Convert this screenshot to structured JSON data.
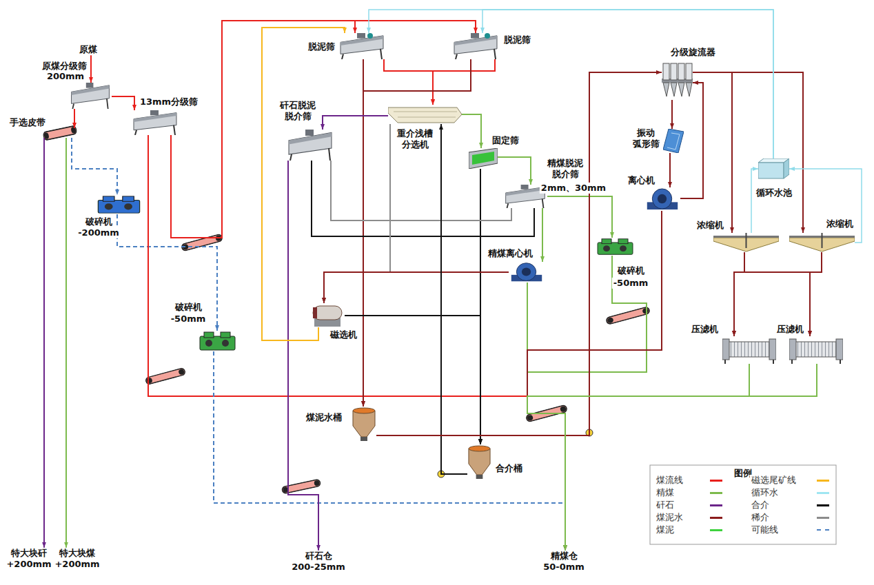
{
  "diagram": {
    "nodes": [
      {
        "text": [
          "原煤"
        ]
      },
      {
        "text": [
          "原煤分级筛",
          "200mm"
        ]
      },
      {
        "text": [
          "手选皮带"
        ]
      },
      {
        "text": [
          "13mm分级筛"
        ]
      },
      {
        "text": [
          "破碎机",
          "-200mm"
        ]
      },
      {
        "text": [
          "破碎机",
          "-50mm"
        ]
      },
      {
        "text": [
          "脱泥筛"
        ]
      },
      {
        "text": [
          "脱泥筛"
        ]
      },
      {
        "text": [
          "重介浅槽 分选机"
        ]
      },
      {
        "text": [
          "固定筛"
        ]
      },
      {
        "text": [
          "矸石脱泥 脱介筛"
        ]
      },
      {
        "text": [
          "精煤脱泥 脱介筛",
          "2mm、30mm"
        ]
      },
      {
        "text": [
          "精煤离心机"
        ]
      },
      {
        "text": [
          "破碎机",
          "-50mm"
        ]
      },
      {
        "text": [
          "磁选机"
        ]
      },
      {
        "text": [
          "分级旋流器"
        ]
      },
      {
        "text": [
          "振动 弧形筛"
        ]
      },
      {
        "text": [
          "离心机"
        ]
      },
      {
        "text": [
          "循环水池"
        ]
      },
      {
        "text": [
          "浓缩机"
        ]
      },
      {
        "text": [
          "浓缩机"
        ]
      },
      {
        "text": [
          "压滤机"
        ]
      },
      {
        "text": [
          "压滤机"
        ]
      },
      {
        "text": [
          "煤泥水桶"
        ]
      },
      {
        "text": [
          "合介桶"
        ]
      },
      {
        "text": [
          "特大块矸",
          "+200mm"
        ]
      },
      {
        "text": [
          "特大块煤",
          "+200mm"
        ]
      },
      {
        "text": [
          "矸石仓",
          "200-25mm"
        ]
      },
      {
        "text": [
          "精煤仓",
          "50-0mm"
        ]
      }
    ],
    "edges": [
      {
        "from": 0,
        "to": 1,
        "arrow": "to"
      },
      {
        "from": 1,
        "to": 2,
        "arrow": "to"
      },
      {
        "from": 1,
        "to": 3,
        "arrow": "to"
      },
      {
        "from": 2,
        "to": 25,
        "arrow": "to"
      },
      {
        "from": 2,
        "to": 26,
        "arrow": "to"
      },
      {
        "from": 2,
        "to": 4,
        "arrow": "to"
      },
      {
        "from": 4,
        "to": 5,
        "arrow": "to"
      },
      {
        "from": 3,
        "to": 6,
        "arrow": "to"
      },
      {
        "from": 3,
        "to": 7,
        "arrow": "to"
      },
      {
        "from": 3,
        "to": 28,
        "arrow": "to"
      },
      {
        "from": 5,
        "to": 28,
        "arrow": "to"
      },
      {
        "from": 6,
        "to": 8,
        "arrow": "to"
      },
      {
        "from": 7,
        "to": 8,
        "arrow": "to"
      },
      {
        "from": 6,
        "to": 23,
        "arrow": "to"
      },
      {
        "from": 7,
        "to": 23,
        "arrow": "to"
      },
      {
        "from": 8,
        "to": 9,
        "arrow": "to"
      },
      {
        "from": 8,
        "to": 10,
        "arrow": "to"
      },
      {
        "from": 9,
        "to": 11,
        "arrow": "to"
      },
      {
        "from": 9,
        "to": 24,
        "arrow": "to"
      },
      {
        "from": 10,
        "to": 27,
        "arrow": "to"
      },
      {
        "from": 10,
        "to": 24,
        "arrow": "to"
      },
      {
        "from": 10,
        "to": 14,
        "arrow": "to"
      },
      {
        "from": 11,
        "to": 24,
        "arrow": "to"
      },
      {
        "from": 11,
        "to": 14,
        "arrow": "to"
      },
      {
        "from": 8,
        "to": 14,
        "arrow": "to"
      },
      {
        "from": 11,
        "to": 12,
        "arrow": "to"
      },
      {
        "from": 11,
        "to": 13,
        "arrow": "to"
      },
      {
        "from": 12,
        "to": 28,
        "arrow": "to"
      },
      {
        "from": 12,
        "to": 14,
        "arrow": "to"
      },
      {
        "from": 13,
        "to": 28,
        "arrow": "to"
      },
      {
        "from": 14,
        "to": 24,
        "arrow": "to"
      },
      {
        "from": 14,
        "to": 6,
        "arrow": "to"
      },
      {
        "from": 24,
        "to": 8,
        "arrow": "to"
      },
      {
        "from": 23,
        "to": 15,
        "arrow": "to"
      },
      {
        "from": 15,
        "to": 16,
        "arrow": "to"
      },
      {
        "from": 16,
        "to": 17,
        "arrow": "to"
      },
      {
        "from": 17,
        "to": 28,
        "arrow": "to"
      },
      {
        "from": 17,
        "to": 15,
        "arrow": "to"
      },
      {
        "from": 15,
        "to": 19,
        "arrow": "to"
      },
      {
        "from": 15,
        "to": 20,
        "arrow": "to"
      },
      {
        "from": 19,
        "to": 21,
        "arrow": "to"
      },
      {
        "from": 19,
        "to": 22,
        "arrow": "to"
      },
      {
        "from": 20,
        "to": 21,
        "arrow": "to"
      },
      {
        "from": 20,
        "to": 22,
        "arrow": "to"
      },
      {
        "from": 21,
        "to": 28,
        "arrow": "to"
      },
      {
        "from": 22,
        "to": 28,
        "arrow": "to"
      },
      {
        "from": 18,
        "to": 6,
        "arrow": "to"
      },
      {
        "from": 18,
        "to": 7,
        "arrow": "to"
      },
      {
        "from": 19,
        "to": 18,
        "arrow": "to"
      },
      {
        "from": 20,
        "to": 18,
        "arrow": "to"
      }
    ],
    "labels": [
      "图例"
    ],
    "legend": [
      {
        "text": "煤流线",
        "color": "#e8201c"
      },
      {
        "text": "磁选尾矿线",
        "color": "#f7b71d"
      },
      {
        "text": "精煤",
        "color": "#7cba4c"
      },
      {
        "text": "循环水",
        "color": "#9fe6f2"
      },
      {
        "text": "矸石",
        "color": "#6b2589"
      },
      {
        "text": "合介",
        "color": "#000000"
      },
      {
        "text": "煤泥水",
        "color": "#8b1c1c"
      },
      {
        "text": "稀介",
        "color": "#8c8c8c"
      },
      {
        "text": "煤泥",
        "color": "#3fd23f"
      },
      {
        "text": "可能线",
        "color": "#4a7fc1"
      }
    ]
  }
}
